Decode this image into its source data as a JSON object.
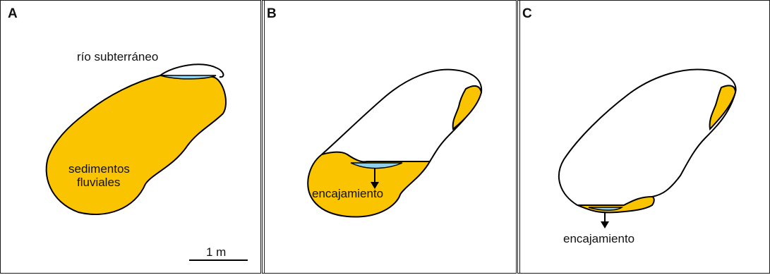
{
  "panels": [
    {
      "letter": "A",
      "labels": {
        "river": "río subterráneo",
        "sediments_line1": "sedimentos",
        "sediments_line2": "fluviales",
        "scale": "1 m"
      }
    },
    {
      "letter": "B",
      "labels": {
        "incision": "encajamiento"
      }
    },
    {
      "letter": "C",
      "labels": {
        "incision": "encajamiento"
      }
    }
  ],
  "colors": {
    "sediment": "#fbc400",
    "water": "#8fd0ec",
    "outline": "#000000"
  }
}
